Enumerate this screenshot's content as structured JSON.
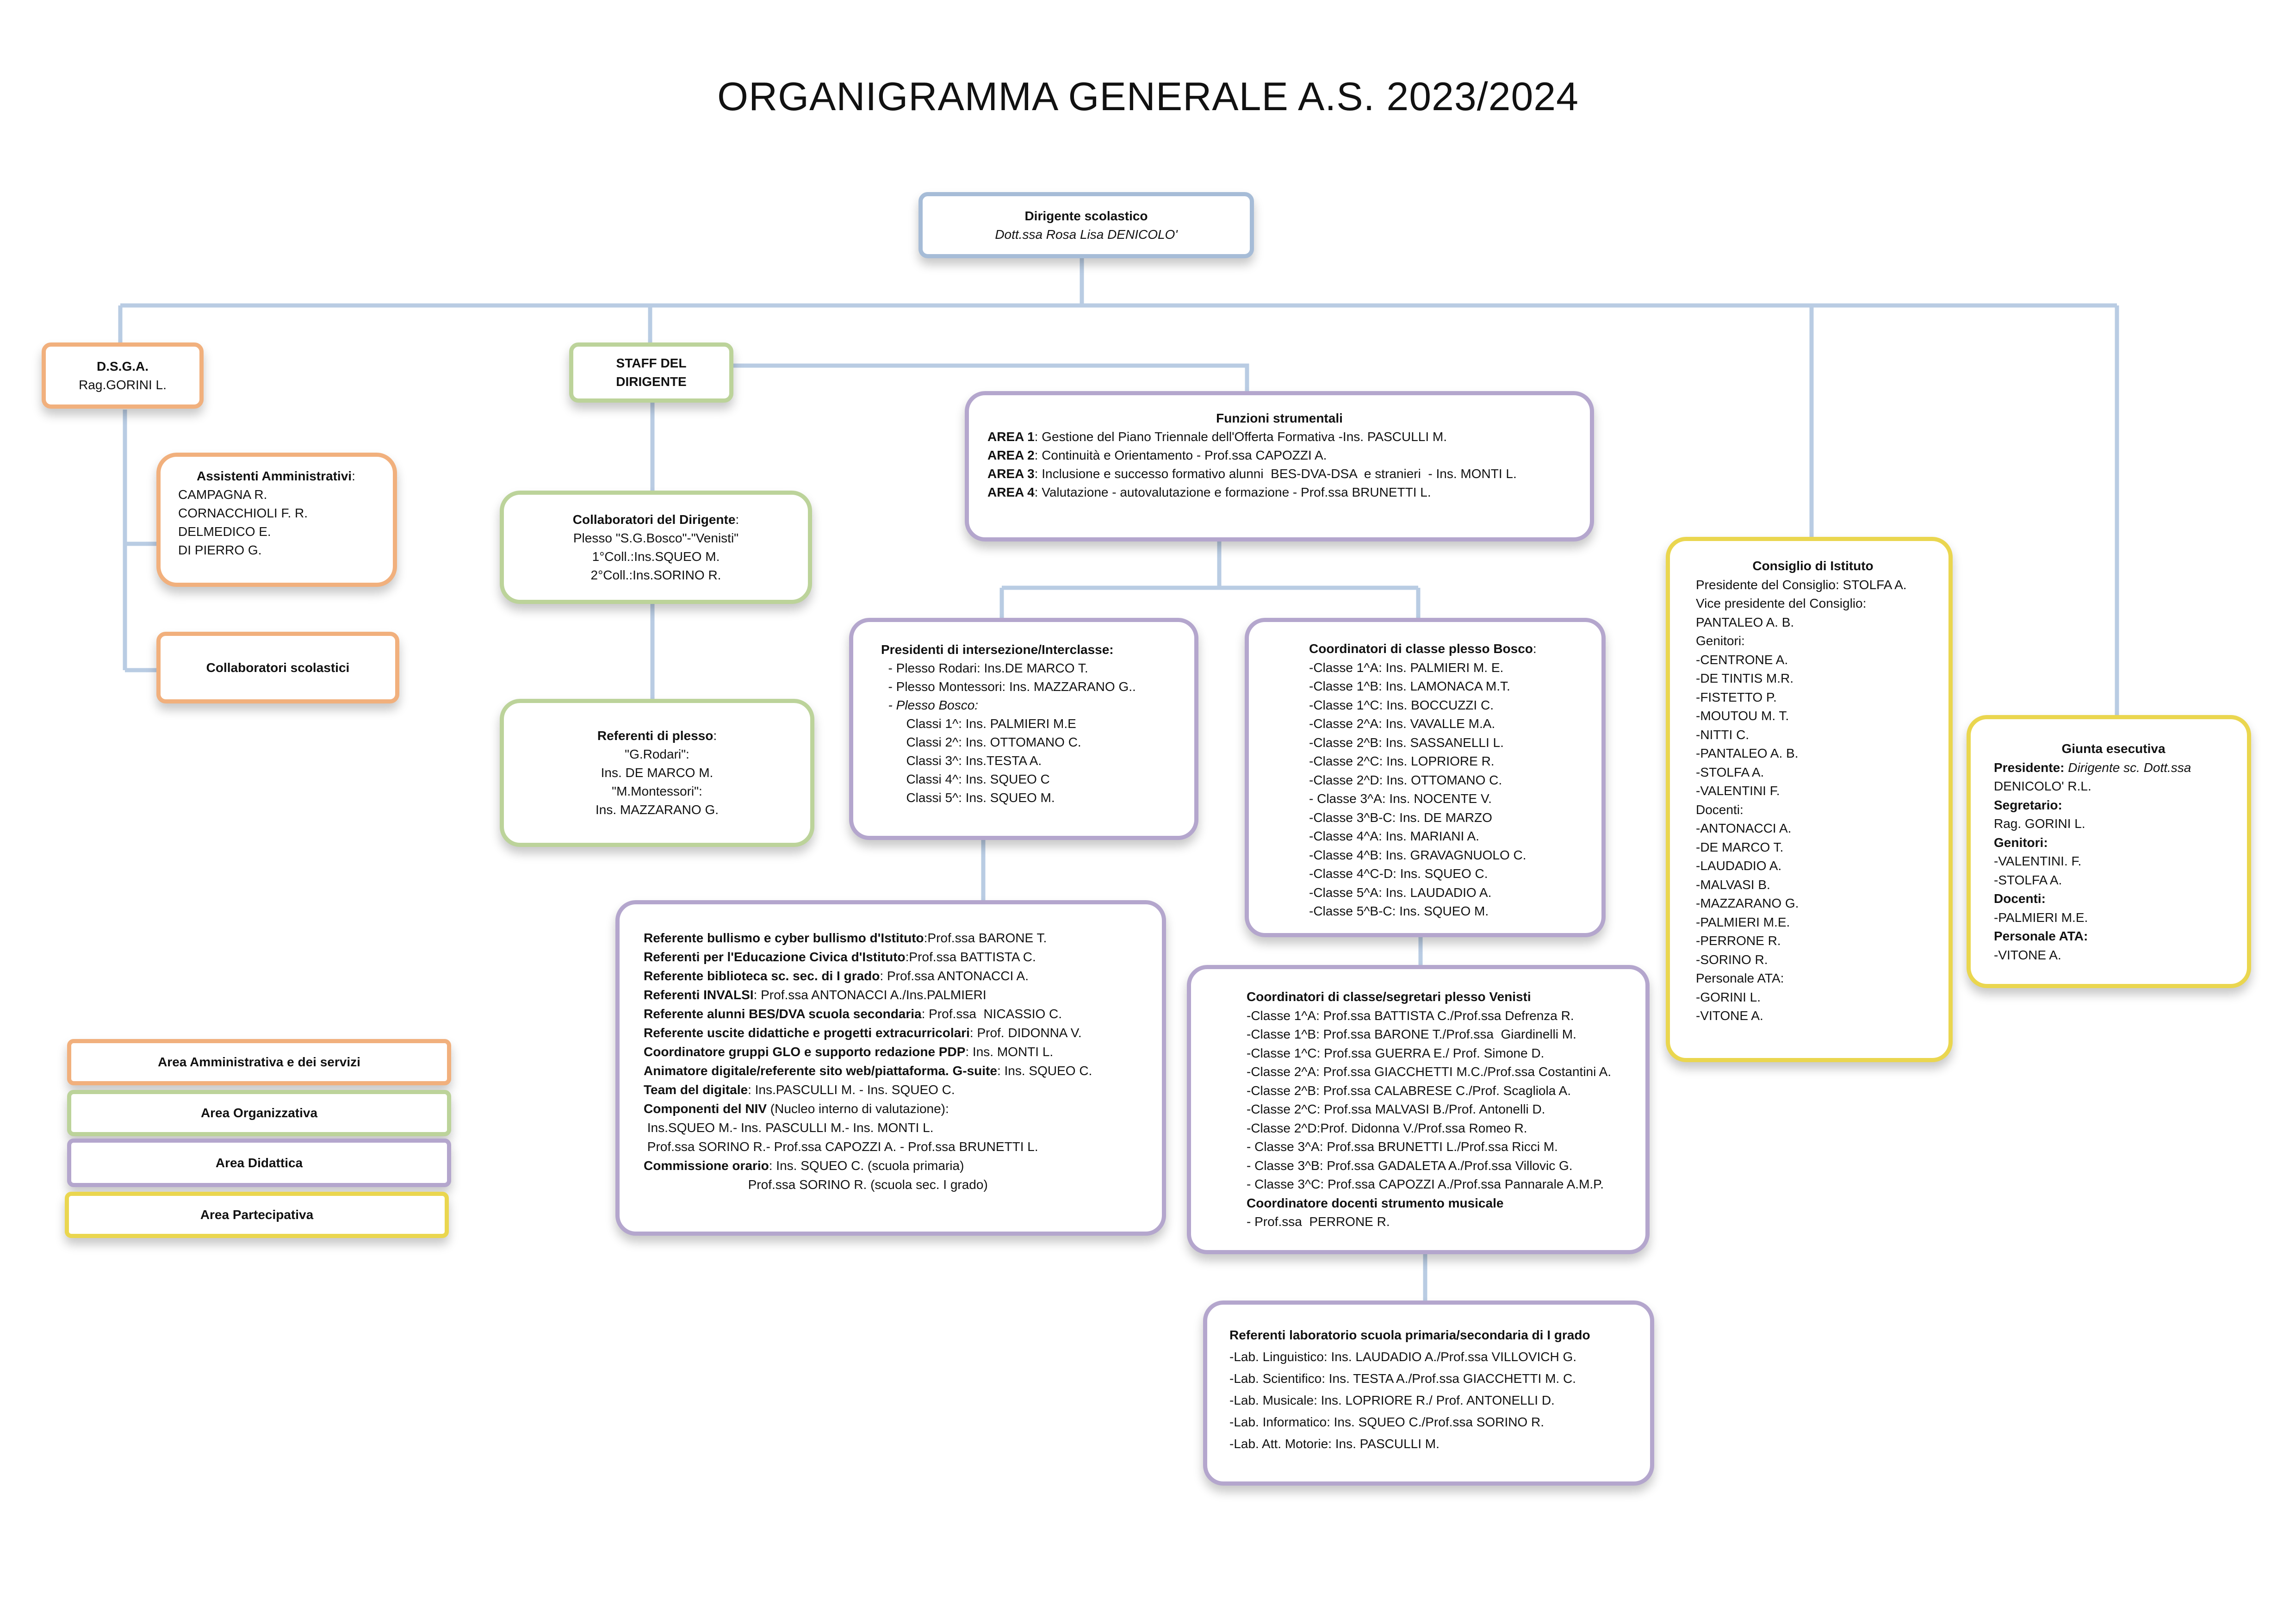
{
  "title": "ORGANIGRAMMA GENERALE A.S. 2023/2024",
  "colors": {
    "connector": "#b9cce3",
    "amministrativa": "#f1b07d",
    "organizzativa": "#bcd39a",
    "didattica": "#b4a6cd",
    "partecipativa": "#ead64f",
    "dirigente": "#a6bcd7"
  },
  "dirigente": {
    "title": "Dirigente scolastico",
    "name": "Dott.ssa Rosa Lisa DENICOLO'"
  },
  "dsga": {
    "title": "D.S.G.A.",
    "name": "Rag.GORINI L."
  },
  "staff": {
    "line1": "STAFF DEL",
    "line2": "DIRIGENTE"
  },
  "assistenti": {
    "title": "Assistenti Amministrativi",
    "suffix": ":",
    "lines": [
      "CAMPAGNA R.",
      "CORNACCHIOLI F. R.",
      "DELMEDICO E.",
      "DI PIERRO G."
    ]
  },
  "collaboratori_scolastici": {
    "title": "Collaboratori scolastici"
  },
  "collaboratori_dirigente": {
    "title": "Collaboratori del Dirigente",
    "suffix": ":",
    "lines": [
      "Plesso \"S.G.Bosco\"-\"Venisti\"",
      "1°Coll.:Ins.SQUEO M.",
      "2°Coll.:Ins.SORINO R."
    ]
  },
  "referenti_plesso": {
    "title": "Referenti di plesso",
    "suffix": ":",
    "lines": [
      "\"G.Rodari\":",
      "Ins. DE MARCO M.",
      "\"M.Montessori\":",
      "Ins. MAZZARANO G."
    ]
  },
  "funzioni": {
    "title": "Funzioni strumentali",
    "items": [
      {
        "label": "AREA 1",
        "text": ": Gestione del Piano Triennale dell'Offerta Formativa -Ins. PASCULLI M."
      },
      {
        "label": "AREA 2",
        "text": ": Continuità e Orientamento - Prof.ssa CAPOZZI A."
      },
      {
        "label": "AREA 3",
        "text": ": Inclusione e successo formativo alunni  BES-DVA-DSA  e stranieri  - Ins. MONTI L."
      },
      {
        "label": "AREA 4",
        "text": ": Valutazione - autovalutazione e formazione - Prof.ssa BRUNETTI L."
      }
    ]
  },
  "presidenti": {
    "title": "Presidenti di intersezione/Interclasse:",
    "lines": [
      "  - Plesso Rodari: Ins.DE MARCO T.",
      "  - Plesso Montessori: Ins. MAZZARANO G..",
      "  - Plesso Bosco:",
      "       Classi 1^: Ins. PALMIERI M.E",
      "       Classi 2^: Ins. OTTOMANO C.",
      "       Classi 3^: Ins.TESTA A.",
      "       Classi 4^: Ins. SQUEO C",
      "       Classi 5^: Ins. SQUEO M."
    ]
  },
  "coordinatori_bosco": {
    "title": "Coordinatori di classe plesso Bosco",
    "suffix": ":",
    "lines": [
      "-Classe 1^A: Ins. PALMIERI M. E.",
      "-Classe 1^B: Ins. LAMONACA M.T.",
      "-Classe 1^C: Ins. BOCCUZZI C.",
      "-Classe 2^A: Ins. VAVALLE M.A.",
      "-Classe 2^B: Ins. SASSANELLI L.",
      "-Classe 2^C: Ins. LOPRIORE R.",
      "-Classe 2^D: Ins. OTTOMANO C.",
      "- Classe 3^A: Ins. NOCENTE V.",
      "-Classe 3^B-C: Ins. DE MARZO",
      "-Classe 4^A: Ins. MARIANI A.",
      "-Classe 4^B: Ins. GRAVAGNUOLO C.",
      "-Classe 4^C-D: Ins. SQUEO C.",
      "-Classe 5^A: Ins. LAUDADIO A.",
      "-Classe 5^B-C: Ins. SQUEO M."
    ]
  },
  "referenti": {
    "items": [
      {
        "label": "Referente bullismo e cyber bullismo d'Istituto",
        "text": ":Prof.ssa BARONE T."
      },
      {
        "label": "Referenti per l'Educazione Civica d'Istituto",
        "text": ":Prof.ssa BATTISTA C."
      },
      {
        "label": "Referente biblioteca sc. sec. di I grado",
        "text": ": Prof.ssa ANTONACCI A."
      },
      {
        "label": "Referenti INVALSI",
        "text": ": Prof.ssa ANTONACCI A./Ins.PALMIERI"
      },
      {
        "label": "Referente alunni BES/DVA scuola secondaria",
        "text": ": Prof.ssa  NICASSIO C."
      },
      {
        "label": "Referente uscite didattiche e progetti extracurricolari",
        "text": ": Prof. DIDONNA V."
      },
      {
        "label": "Coordinatore gruppi GLO e supporto redazione PDP",
        "text": ": Ins. MONTI L."
      },
      {
        "label": "Animatore digitale/referente sito web/piattaforma. G-suite",
        "text": ": Ins. SQUEO C."
      },
      {
        "label": "Team del digitale",
        "text": ": Ins.PASCULLI M. - Ins. SQUEO C."
      },
      {
        "label": "Componenti del NIV",
        "text": " (Nucleo interno di valutazione):"
      },
      {
        "label": "",
        "text": " Ins.SQUEO M.- Ins. PASCULLI M.- Ins. MONTI L."
      },
      {
        "label": "",
        "text": " Prof.ssa SORINO R.- Prof.ssa CAPOZZI A. - Prof.ssa BRUNETTI L."
      },
      {
        "label": "Commissione orario",
        "text": ": Ins. SQUEO C. (scuola primaria)"
      },
      {
        "label": "",
        "text": "                             Prof.ssa SORINO R. (scuola sec. I grado)"
      }
    ]
  },
  "coordinatori_venisti": {
    "title": "Coordinatori di classe/segretari plesso Venisti",
    "lines": [
      "-Classe 1^A: Prof.ssa BATTISTA C./Prof.ssa Defrenza R.",
      "-Classe 1^B: Prof.ssa BARONE T./Prof.ssa  Giardinelli M.",
      "-Classe 1^C: Prof.ssa GUERRA E./ Prof. Simone D.",
      "-Classe 2^A: Prof.ssa GIACCHETTI M.C./Prof.ssa Costantini A.",
      "-Classe 2^B: Prof.ssa CALABRESE C./Prof. Scagliola A.",
      "-Classe 2^C: Prof.ssa MALVASI B./Prof. Antonelli D.",
      "-Classe 2^D:Prof. Didonna V./Prof.ssa Romeo R.",
      "- Classe 3^A: Prof.ssa BRUNETTI L./Prof.ssa Ricci M.",
      "- Classe 3^B: Prof.ssa GADALETA A./Prof.ssa Villovic G.",
      "- Classe 3^C: Prof.ssa CAPOZZI A./Prof.ssa Pannarale A.M.P."
    ],
    "subtitle": "Coordinatore docenti strumento musicale",
    "sub_line": "- Prof.ssa  PERRONE R."
  },
  "laboratori": {
    "title": "Referenti laboratorio scuola primaria/secondaria di I grado",
    "lines": [
      "-Lab. Linguistico: Ins. LAUDADIO A./Prof.ssa VILLOVICH G.",
      "-Lab. Scientifico: Ins. TESTA A./Prof.ssa GIACCHETTI M. C.",
      "-Lab. Musicale: Ins. LOPRIORE R./ Prof. ANTONELLI D.",
      "-Lab. Informatico: Ins. SQUEO C./Prof.ssa SORINO R.",
      "-Lab. Att. Motorie: Ins. PASCULLI M."
    ]
  },
  "consiglio": {
    "title": "Consiglio di Istituto",
    "lines": [
      "Presidente del Consiglio: STOLFA A.",
      "Vice presidente del Consiglio:",
      "PANTALEO A. B.",
      "Genitori:",
      "-CENTRONE A.",
      "-DE TINTIS M.R.",
      "-FISTETTO P.",
      "-MOUTOU M. T.",
      "-NITTI C.",
      "-PANTALEO A. B.",
      "-STOLFA A.",
      "-VALENTINI F.",
      "Docenti:",
      "-ANTONACCI A.",
      "-DE MARCO T.",
      "-LAUDADIO A.",
      "-MALVASI B.",
      "-MAZZARANO G.",
      "-PALMIERI M.E.",
      "-PERRONE R.",
      "-SORINO R.",
      "Personale ATA:",
      "-GORINI L.",
      "-VITONE A."
    ]
  },
  "giunta": {
    "title": "Giunta esecutiva",
    "items": [
      {
        "label": "Presidente:",
        "text": " Dirigente sc. Dott.ssa"
      },
      {
        "label": "",
        "text": "DENICOLO' R.L."
      },
      {
        "label": "Segretario:",
        "text": ""
      },
      {
        "label": "",
        "text": "Rag. GORINI L."
      },
      {
        "label": "Genitori:",
        "text": ""
      },
      {
        "label": "",
        "text": "-VALENTINI. F."
      },
      {
        "label": "",
        "text": "-STOLFA A."
      },
      {
        "label": "Docenti:",
        "text": ""
      },
      {
        "label": "",
        "text": "-PALMIERI M.E."
      },
      {
        "label": "Personale ATA:",
        "text": ""
      },
      {
        "label": "",
        "text": "-VITONE A."
      }
    ]
  },
  "legend": [
    {
      "label": "Area Amministrativa e dei servizi",
      "color": "#f1b07d"
    },
    {
      "label": "Area Organizzativa",
      "color": "#bcd39a"
    },
    {
      "label": "Area Didattica",
      "color": "#b4a6cd"
    },
    {
      "label": "Area Partecipativa",
      "color": "#ead64f"
    }
  ]
}
